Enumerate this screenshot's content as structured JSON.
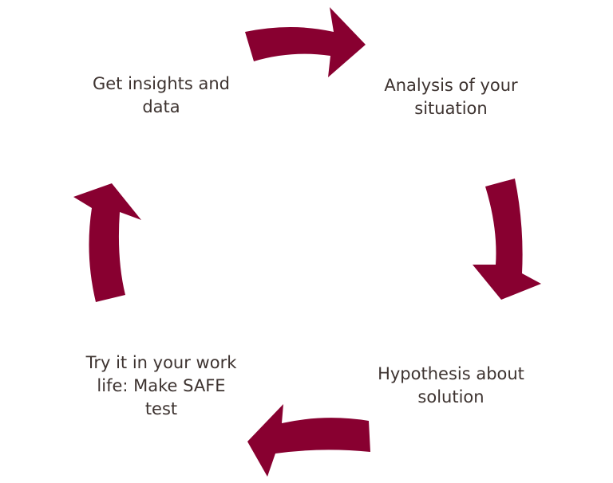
{
  "colors": {
    "arrow": "#880030",
    "text": "#3d3330",
    "background": "#ffffff"
  },
  "steps": [
    {
      "lines": [
        "Analysis of your",
        "situation"
      ]
    },
    {
      "lines": [
        "Hypothesis about",
        "solution"
      ]
    },
    {
      "lines": [
        "Try it in your work",
        "life: Make SAFE",
        "test"
      ]
    },
    {
      "lines": [
        "Get insights and",
        "data"
      ]
    }
  ]
}
